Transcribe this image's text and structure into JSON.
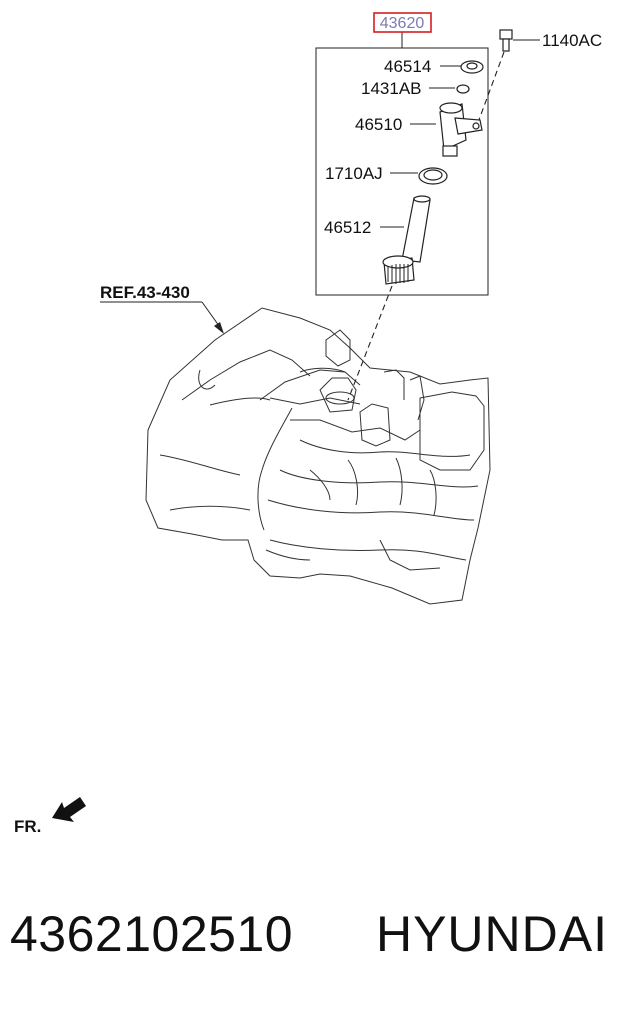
{
  "diagram": {
    "assembly_label": "43620",
    "assembly_highlight_color": "#d42020",
    "callouts": {
      "bolt": "1140AC",
      "seal": "46514",
      "oring_small": "1431AB",
      "sensor": "46510",
      "oring_large": "1710AJ",
      "gear_shaft": "46512"
    },
    "reference": "REF.43-430",
    "direction": "FR."
  },
  "footer": {
    "part_number": "4362102510",
    "brand": "HYUNDAI"
  }
}
